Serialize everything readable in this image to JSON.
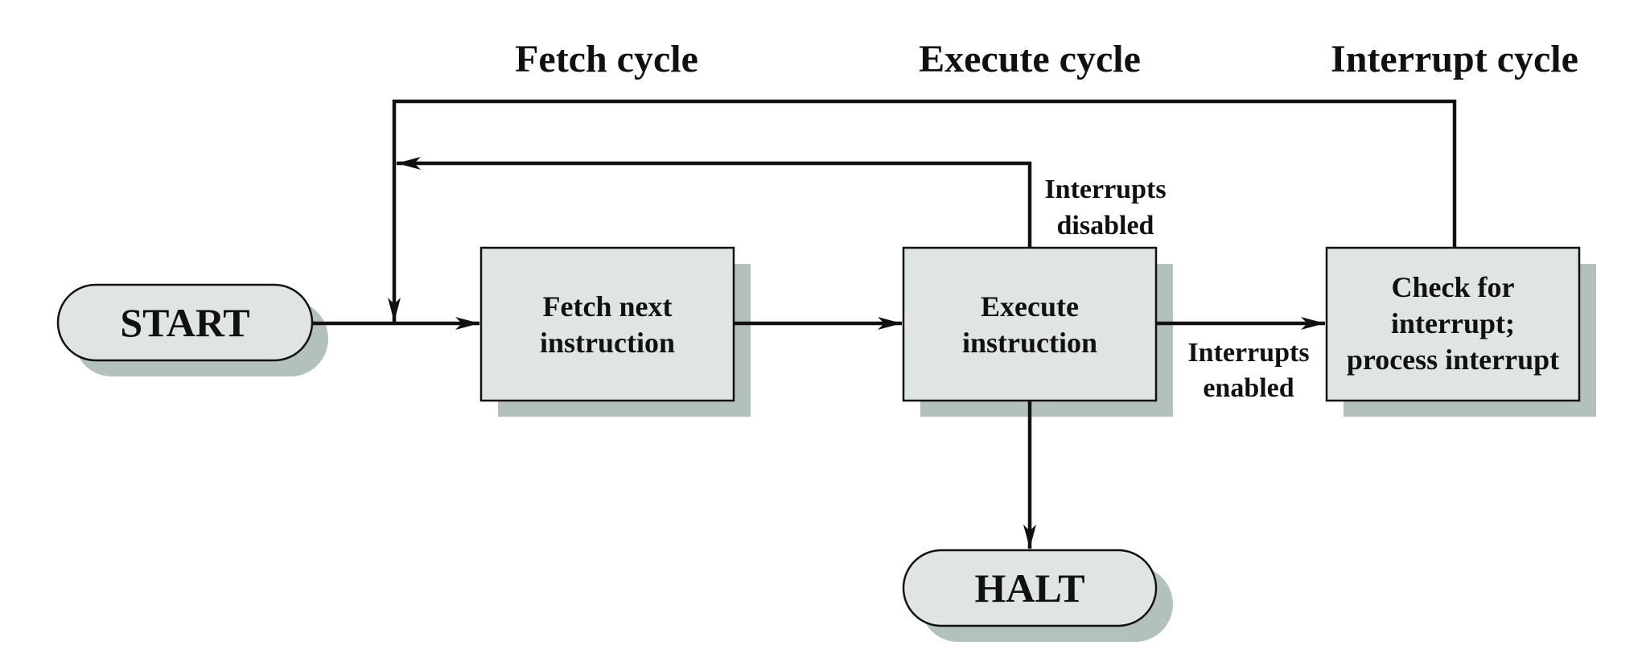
{
  "headings": {
    "fetch": "Fetch cycle",
    "execute": "Execute cycle",
    "interrupt": "Interrupt cycle"
  },
  "nodes": {
    "start": "START",
    "fetch_line1": "Fetch next",
    "fetch_line2": "instruction",
    "execute_line1": "Execute",
    "execute_line2": "instruction",
    "check_line1": "Check for",
    "check_line2": "interrupt;",
    "check_line3": "process interrupt",
    "halt": "HALT"
  },
  "edge_labels": {
    "disabled_line1": "Interrupts",
    "disabled_line2": "disabled",
    "enabled_line1": "Interrupts",
    "enabled_line2": "enabled"
  },
  "colors": {
    "box_fill": "#dfe6e2",
    "shadow": "#b2c1bb",
    "stroke": "#111111"
  }
}
